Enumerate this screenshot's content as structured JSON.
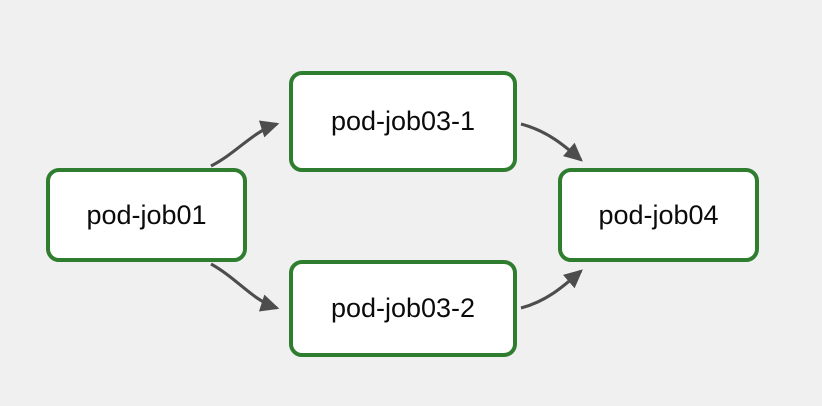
{
  "diagram": {
    "background_color": "#f0f0f0",
    "node_border_color": "#2f7d2f",
    "node_fill_color": "#ffffff",
    "edge_color": "#4d4d4d",
    "label_color": "#0b0b0b",
    "type": "flow-graph",
    "nodes": [
      {
        "id": "pod-job01",
        "label": "pod-job01"
      },
      {
        "id": "pod-job03-1",
        "label": "pod-job03-1"
      },
      {
        "id": "pod-job03-2",
        "label": "pod-job03-2"
      },
      {
        "id": "pod-job04",
        "label": "pod-job04"
      }
    ],
    "edges": [
      {
        "from": "pod-job01",
        "to": "pod-job03-1"
      },
      {
        "from": "pod-job01",
        "to": "pod-job03-2"
      },
      {
        "from": "pod-job03-1",
        "to": "pod-job04"
      },
      {
        "from": "pod-job03-2",
        "to": "pod-job04"
      }
    ]
  }
}
